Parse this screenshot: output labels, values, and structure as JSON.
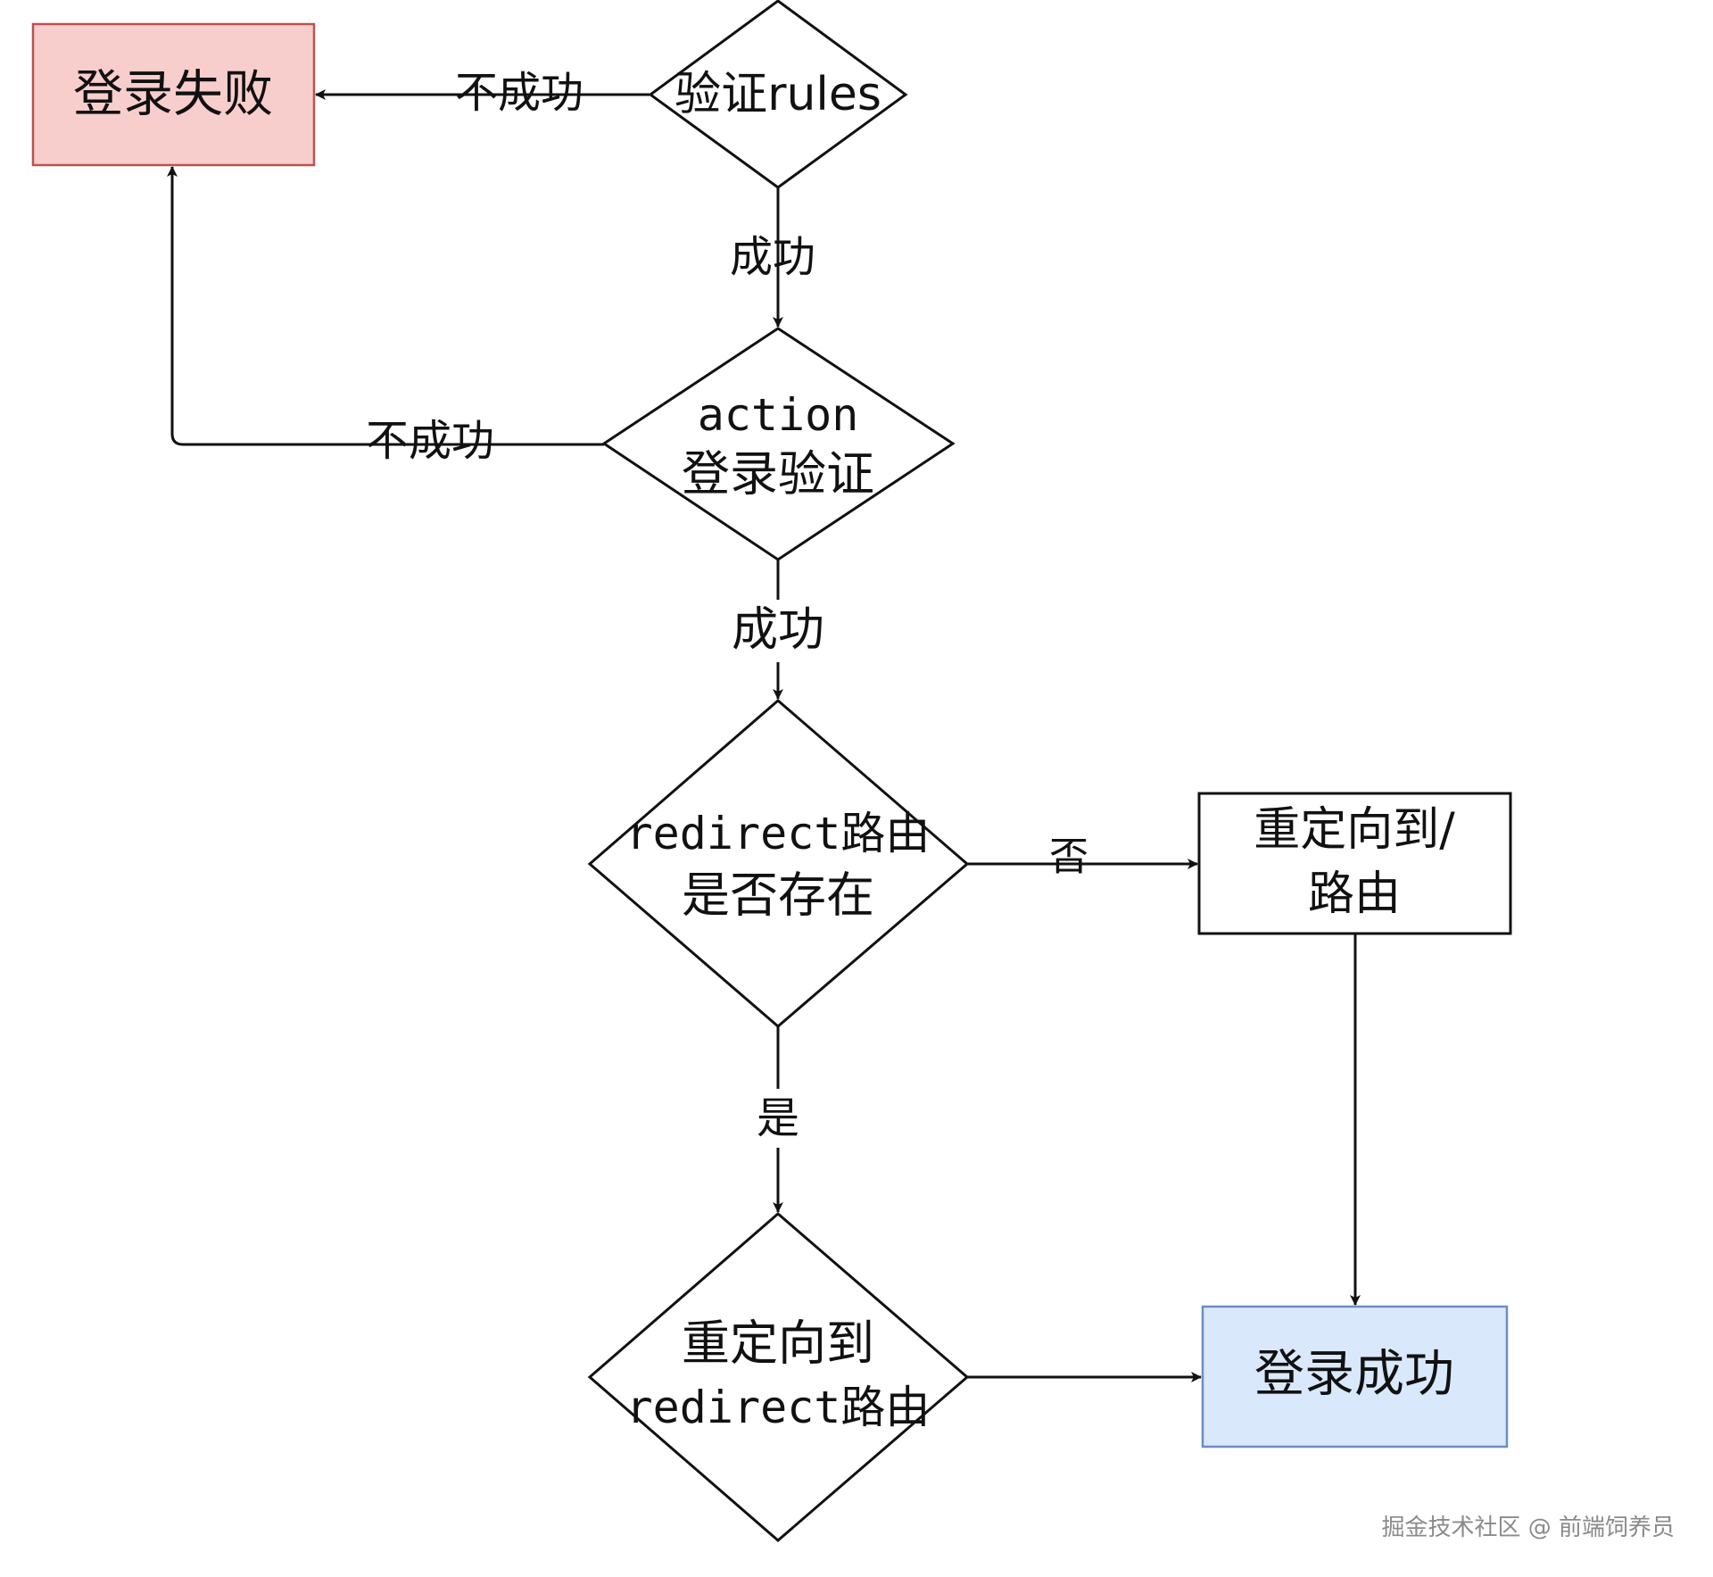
{
  "diagram": {
    "colors": {
      "fail_fill": "#f8cecc",
      "fail_stroke": "#b85450",
      "success_fill": "#dae8fc",
      "success_stroke": "#6c8ebf",
      "line": "#111111"
    },
    "nodes": {
      "login_fail": {
        "label": "登录失败"
      },
      "validate_rules": {
        "label": "验证rules"
      },
      "action_login": {
        "line1": "action",
        "line2": "登录验证"
      },
      "redirect_exists": {
        "line1": "redirect路由",
        "line2": "是否存在"
      },
      "redirect_to_route": {
        "line1": "重定向到/",
        "line2": "路由"
      },
      "redirect_to_redirect": {
        "line1": "重定向到",
        "line2": "redirect路由"
      },
      "login_success": {
        "label": "登录成功"
      }
    },
    "edges": {
      "rules_fail": "不成功",
      "rules_success": "成功",
      "action_fail": "不成功",
      "action_success": "成功",
      "redirect_no": "否",
      "redirect_yes": "是"
    }
  },
  "watermark": "掘金技术社区 @ 前端饲养员"
}
